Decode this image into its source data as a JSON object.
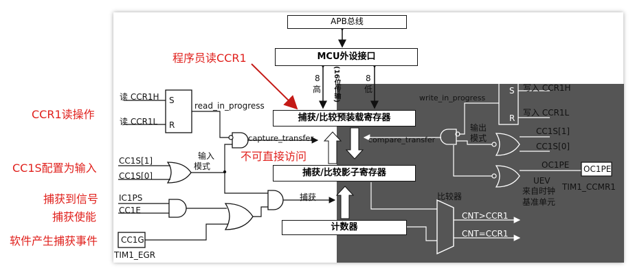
{
  "annotations": {
    "read_ccr1": "程序员读CCR1",
    "ccr1_read_op": "CCR1读操作",
    "cc1s_input": "CC1S配置为输入",
    "capture_signal": "捕获到信号",
    "capture_enable": "捕获使能",
    "sw_capture_event": "软件产生捕获事件",
    "no_direct_access": "不可直接访问"
  },
  "blocks": {
    "apb_bus": "APB总线",
    "mcu_interface": "MCU外设接口",
    "preload_reg": "捕获/比较预装载寄存器",
    "shadow_reg": "捕获/比较影子寄存器",
    "counter": "计数器",
    "comparator": "比较器"
  },
  "signals": {
    "read_ccr1h": "读 CCR1H",
    "read_ccr1l": "读 CCR1L",
    "s": "S",
    "r": "R",
    "read_in_progress": "read_in_progress",
    "capture_transfer": "capture_transfer",
    "input_mode_1": "输入",
    "input_mode_2": "模式",
    "cc1s1": "CC1S[1]",
    "cc1s0": "CC1S[0]",
    "ic1ps": "IC1PS",
    "cc1e": "CC1E",
    "capture": "捕获",
    "cc1g": "CC1G",
    "tim1_egr": "TIM1_EGR",
    "bits8": "8",
    "high": "高",
    "low": "低",
    "bits16": "(16位传输)",
    "write_in_progress": "write_in_progress",
    "write_ccr1h": "写入 CCR1H",
    "write_ccr1l": "写入 CCR1L",
    "output_mode_1": "输出",
    "output_mode_2": "模式",
    "compare_transfer": "compare_transfer",
    "oc1pe": "OC1PE",
    "oc1pe_box": "OC1PE",
    "uev": "UEV",
    "from_clock_1": "来自时钟",
    "from_clock_2": "基准单元",
    "tim1_ccmr1": "TIM1_CCMR1",
    "cnt_gt": "CNT>CCR1",
    "cnt_eq": "CNT=CCR1"
  },
  "colors": {
    "annotation_red": "#e0201c",
    "dark_panel": "#555555",
    "ink": "#111111"
  }
}
